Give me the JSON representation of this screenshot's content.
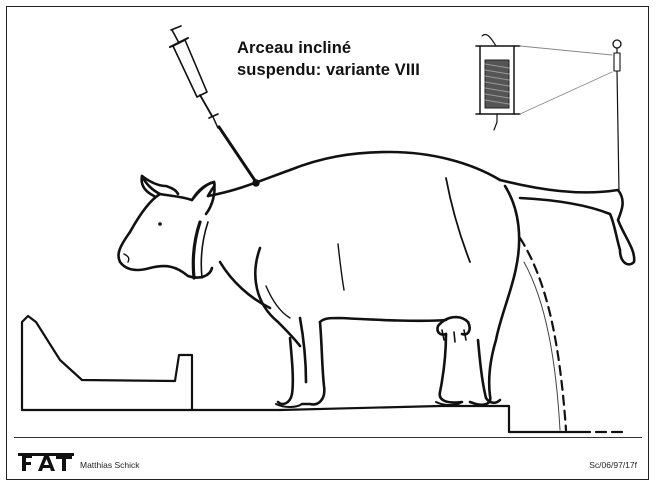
{
  "title": {
    "line1": "Arceau incliné",
    "line2": "suspendu: variante VIII"
  },
  "footer": {
    "logo_text": "FAT",
    "author": "Matthias Schick",
    "code": "Sc/06/97/17f"
  }
}
